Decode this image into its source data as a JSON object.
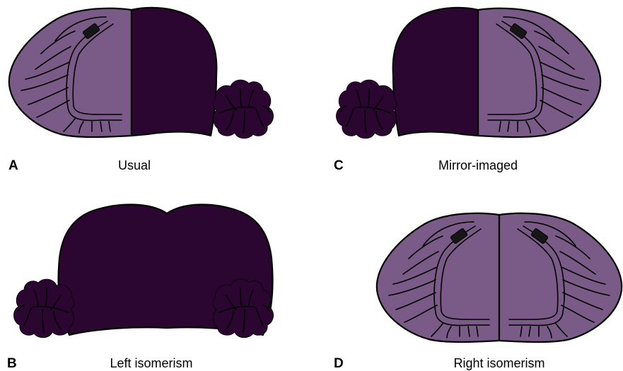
{
  "colors": {
    "light_purple": "#7a5a86",
    "dark_purple": "#2a0630",
    "outline": "#000000",
    "node": "#161616"
  },
  "panels": [
    {
      "id": "A",
      "letter": "A",
      "caption": "Usual",
      "left_atrium": "dark",
      "right_atrium": "light",
      "sinus_node": "left"
    },
    {
      "id": "C",
      "letter": "C",
      "caption": "Mirror-imaged",
      "left_atrium": "light",
      "right_atrium": "dark",
      "sinus_node": "right"
    },
    {
      "id": "B",
      "letter": "B",
      "caption": "Left isomerism",
      "left_atrium": "dark",
      "right_atrium": "dark",
      "sinus_node": "none"
    },
    {
      "id": "D",
      "letter": "D",
      "caption": "Right isomerism",
      "left_atrium": "light",
      "right_atrium": "light",
      "sinus_node": "both"
    }
  ]
}
